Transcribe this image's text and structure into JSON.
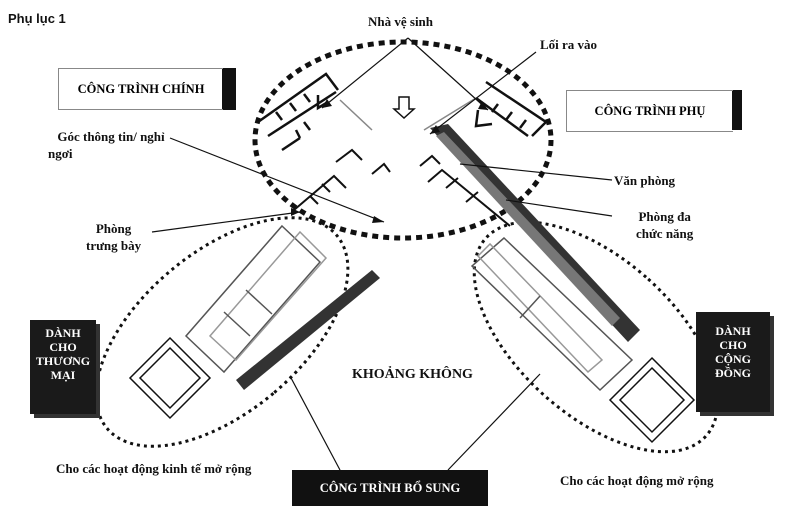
{
  "appendix_title": "Phụ lục 1",
  "labels": {
    "nha_ve_sinh": "Nhà vệ sinh",
    "loi_ra_vao": "Lối ra vào",
    "cong_trinh_chinh": "CÔNG TRÌNH CHÍNH",
    "cong_trinh_phu": "CÔNG TRÌNH PHỤ",
    "goc_thong_tin_1": "Góc thông tin/ nghỉ",
    "goc_thong_tin_2": "ngơi",
    "van_phong": "Văn phòng",
    "phong_da_1": "Phòng đa",
    "phong_da_2": "chức năng",
    "phong_trung_bay_1": "Phòng",
    "phong_trung_bay_2": "trưng bày",
    "khoang_khong": "KHOẢNG KHÔNG",
    "danh_cho_thuong_mai": [
      "DÀNH",
      "CHO",
      "THƯƠNG",
      "MẠI"
    ],
    "danh_cho_cong_dong": [
      "DÀNH",
      "CHO",
      "CỘNG",
      "ĐỒNG"
    ],
    "kinh_te_mo_rong": "Cho các hoạt động kinh tế mở rộng",
    "hoat_dong_mo_rong": "Cho các hoạt động mở rộng",
    "cong_trinh_bo_sung": "CÔNG TRÌNH BỔ SUNG"
  }
}
